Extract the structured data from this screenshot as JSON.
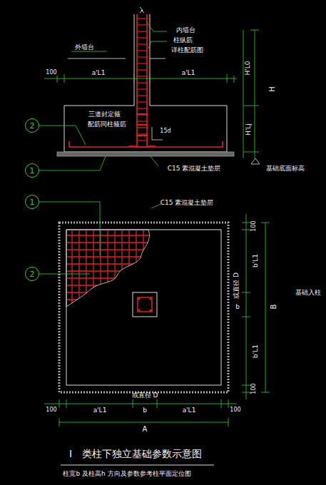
{
  "diagram": {
    "title": "I　类柱下独立基础参数示意图",
    "caption": "柱宽b 及柱高h 方向及参数参考柱平面定位图",
    "nodes": [
      {
        "text": [
          "2"
        ]
      },
      {
        "text": [
          "1"
        ]
      },
      {
        "text": [
          "1"
        ]
      },
      {
        "text": [
          "2"
        ]
      }
    ],
    "edges": [],
    "labels": [
      "外墙台",
      "内墙台",
      "柱纵筋",
      "详柱配筋图",
      "100",
      "a'L1",
      "a'L1",
      "H'L0",
      "H",
      "H'Lj",
      "三道封定箍",
      "配筋同柱箍筋",
      "15d",
      "C15 素混凝土垫层",
      "基础底面标高",
      "C15 素混凝土垫层",
      "100",
      "b'L1",
      "或直径 D",
      "b",
      "B",
      "基础入柱",
      "b'L1",
      "100",
      "或直径 D",
      "100",
      "a'L1",
      "b",
      "a'L1",
      "100",
      "A"
    ]
  }
}
